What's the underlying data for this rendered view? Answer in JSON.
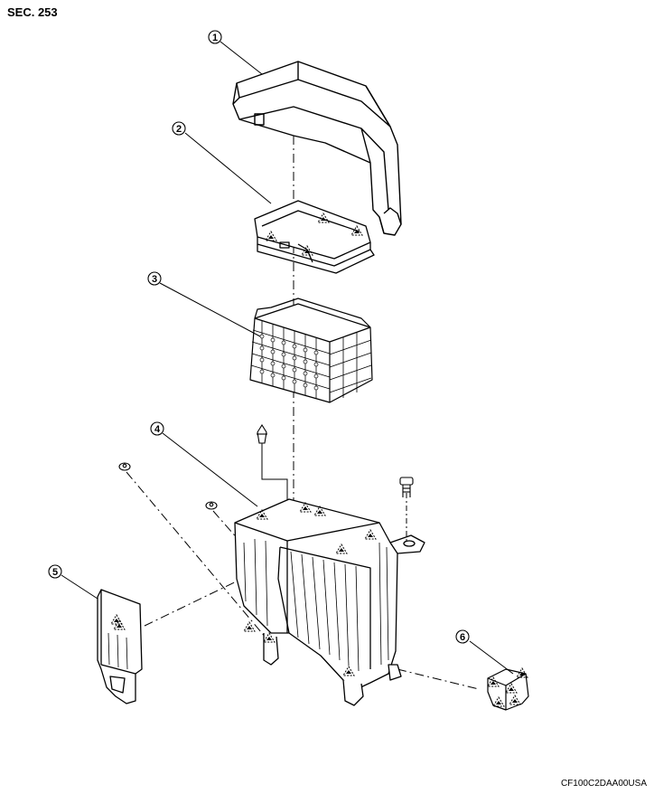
{
  "header": {
    "section_code": "SEC. 253"
  },
  "footer": {
    "figure_code": "CF100C2DAA00USA"
  },
  "callouts": [
    {
      "id": "cover",
      "number": "1"
    },
    {
      "id": "fuse-block",
      "number": "2"
    },
    {
      "id": "fuse-block-frame",
      "number": "3"
    },
    {
      "id": "lower-case",
      "number": "4"
    },
    {
      "id": "side-bracket",
      "number": "5"
    },
    {
      "id": "mount-bracket",
      "number": "6"
    }
  ],
  "colors": {
    "line": "#000000",
    "fill": "#ffffff"
  },
  "icons": [
    "triangle-mark-icon",
    "bolt-icon",
    "nut-icon",
    "clip-icon"
  ]
}
